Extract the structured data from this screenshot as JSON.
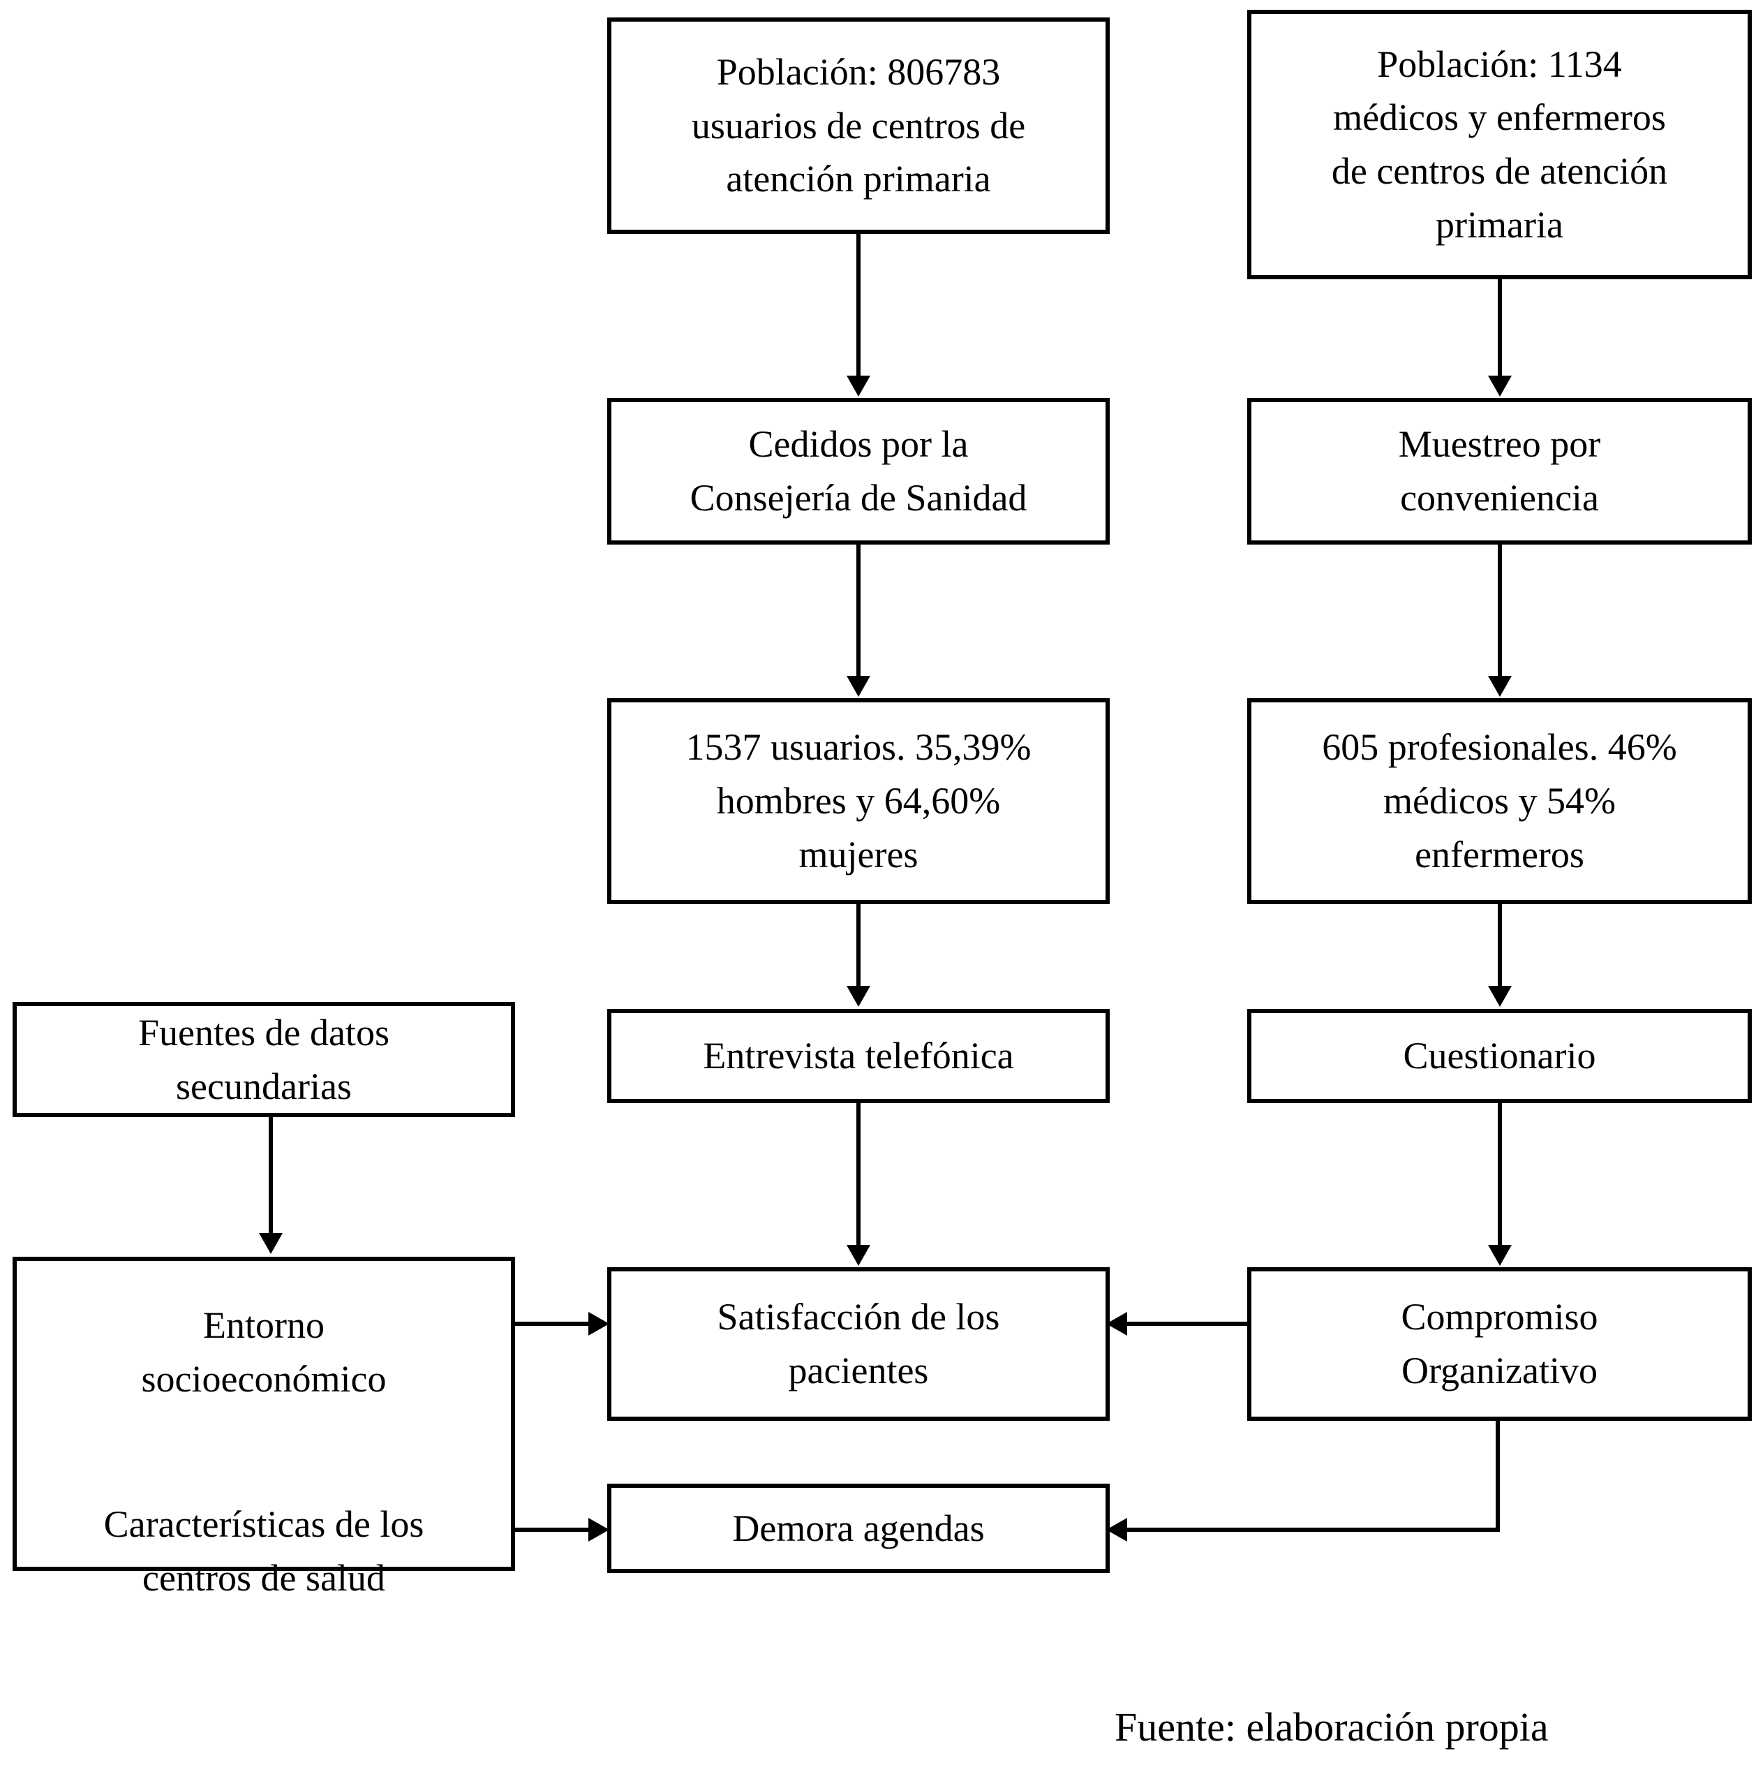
{
  "diagram": {
    "type": "flowchart",
    "caption": "Fuente: elaboración propia",
    "colors": {
      "stroke": "#000000",
      "background": "#ffffff",
      "text": "#000000"
    },
    "nodes": {
      "pop_users": {
        "id": "pop-users",
        "lines": [
          "Población: 806783",
          "usuarios de centros de",
          "atención primaria"
        ],
        "column": "patients"
      },
      "pop_staff": {
        "id": "pop-staff",
        "lines": [
          "Población: 1134",
          "médicos y enfermeros",
          "de centros de atención",
          "primaria"
        ],
        "column": "professionals"
      },
      "source_users": {
        "id": "source-users",
        "lines": [
          "Cedidos por la",
          "Consejería de Sanidad"
        ],
        "column": "patients"
      },
      "sampling_staff": {
        "id": "sampling-staff",
        "lines": [
          "Muestreo por",
          "conveniencia"
        ],
        "column": "professionals"
      },
      "sample_users": {
        "id": "sample-users",
        "lines": [
          "1537 usuarios. 35,39%",
          "hombres y 64,60%",
          "mujeres"
        ],
        "column": "patients"
      },
      "sample_staff": {
        "id": "sample-staff",
        "lines": [
          "605 profesionales. 46%",
          "médicos y 54%",
          "enfermeros"
        ],
        "column": "professionals"
      },
      "secondary_sources": {
        "id": "secondary-sources",
        "lines": [
          "Fuentes de datos",
          "secundarias"
        ],
        "column": "context"
      },
      "phone_interview": {
        "id": "phone-interview",
        "lines": [
          "Entrevista telefónica"
        ],
        "column": "patients"
      },
      "questionnaire": {
        "id": "questionnaire",
        "lines": [
          "Cuestionario"
        ],
        "column": "professionals"
      },
      "context_vars": {
        "id": "context-variables",
        "paragraphs": [
          [
            "Entorno",
            "socioeconómico"
          ],
          [
            "Características de los",
            "centros de salud"
          ]
        ],
        "column": "context"
      },
      "satisfaction": {
        "id": "patient-satisfaction",
        "lines": [
          "Satisfacción de los",
          "pacientes"
        ],
        "column": "patients"
      },
      "commitment": {
        "id": "organizational-commitment",
        "lines": [
          "Compromiso",
          "Organizativo"
        ],
        "column": "professionals"
      },
      "delay": {
        "id": "appointment-delay",
        "lines": [
          "Demora agendas"
        ],
        "column": "patients"
      }
    },
    "edges": [
      {
        "from": "pop_users",
        "to": "source_users",
        "direction": "down"
      },
      {
        "from": "source_users",
        "to": "sample_users",
        "direction": "down"
      },
      {
        "from": "sample_users",
        "to": "phone_interview",
        "direction": "down"
      },
      {
        "from": "phone_interview",
        "to": "satisfaction",
        "direction": "down"
      },
      {
        "from": "pop_staff",
        "to": "sampling_staff",
        "direction": "down"
      },
      {
        "from": "sampling_staff",
        "to": "sample_staff",
        "direction": "down"
      },
      {
        "from": "sample_staff",
        "to": "questionnaire",
        "direction": "down"
      },
      {
        "from": "questionnaire",
        "to": "commitment",
        "direction": "down"
      },
      {
        "from": "secondary_sources",
        "to": "context_vars",
        "direction": "down"
      },
      {
        "from": "context_vars",
        "to": "satisfaction",
        "direction": "right"
      },
      {
        "from": "context_vars",
        "to": "delay",
        "direction": "right"
      },
      {
        "from": "commitment",
        "to": "satisfaction",
        "direction": "left"
      },
      {
        "from": "commitment",
        "to": "delay",
        "direction": "left"
      }
    ]
  }
}
